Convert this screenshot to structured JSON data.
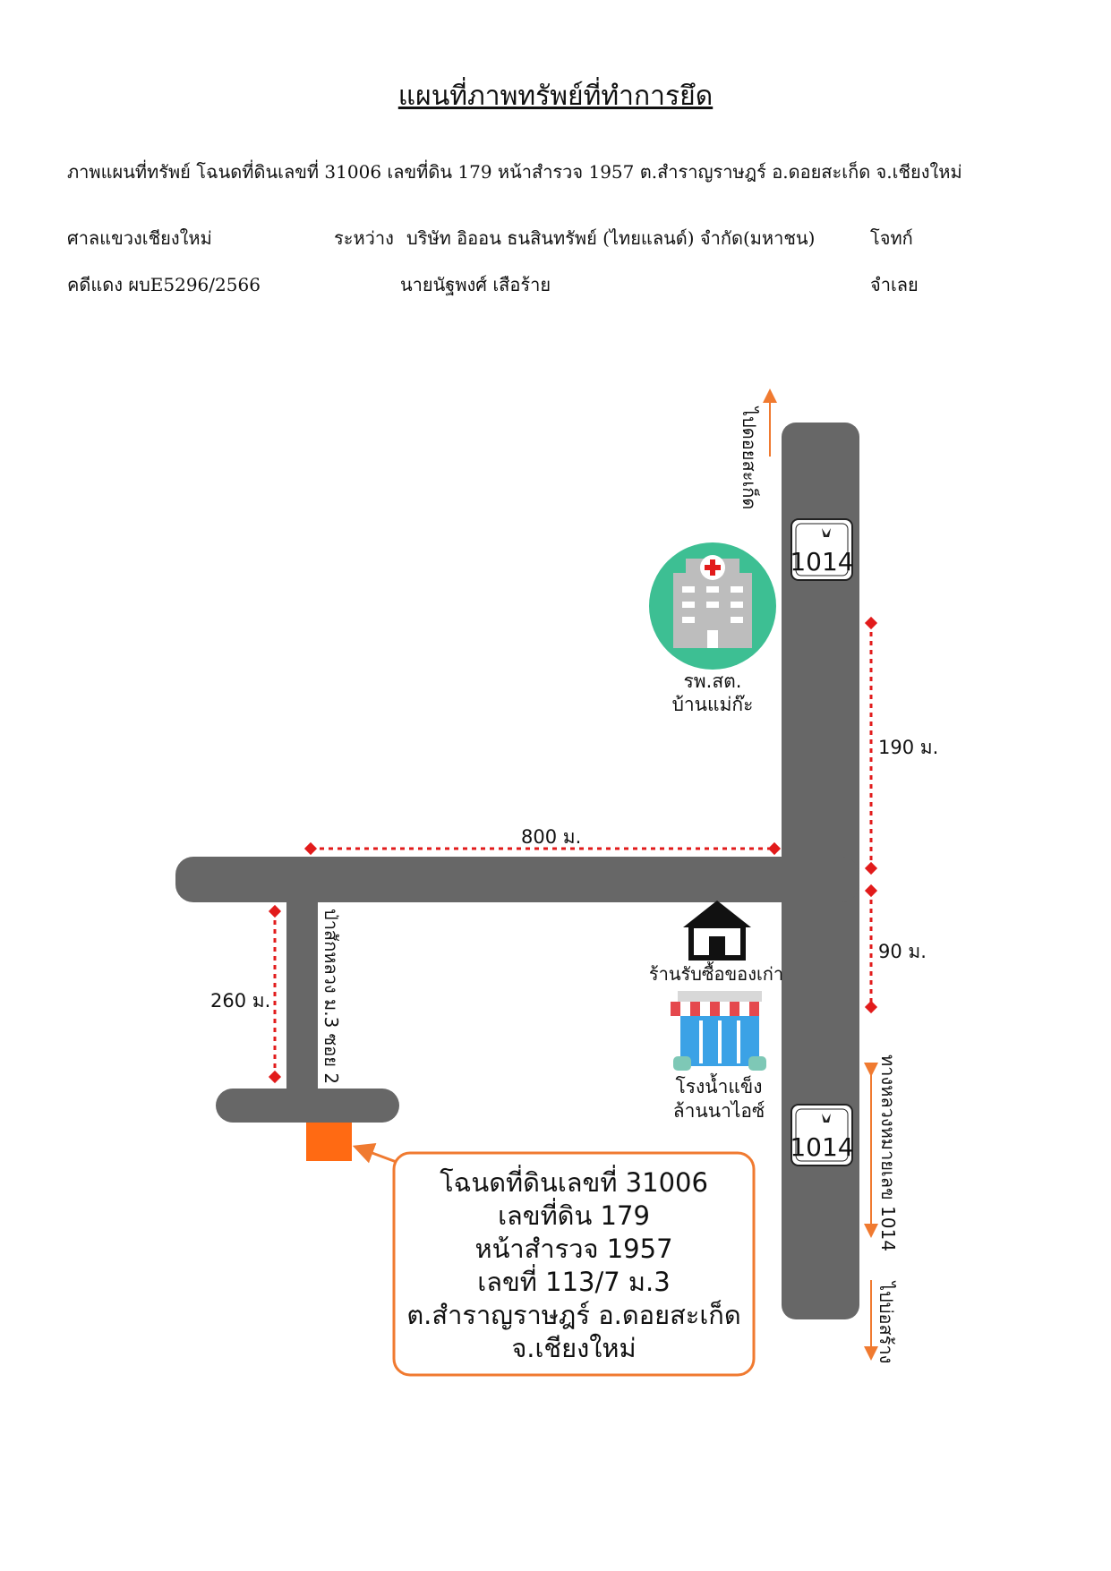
{
  "title": "แผนที่ภาพทรัพย์ที่ทำการยึด",
  "header": {
    "description": "ภาพแผนที่ทรัพย์    โฉนดที่ดินเลขที่ 31006 เลขที่ดิน 179 หน้าสำรวจ 1957 ต.สำราญราษฎร์ อ.ดอยสะเก็ด จ.เชียงใหม่",
    "court": "ศาลแขวงเชียงใหม่",
    "between_label": "ระหว่าง",
    "plaintiff": "บริษัท อิออน ธนสินทรัพย์ (ไทยแลนด์) จำกัด(มหาชน)",
    "plaintiff_role": "โจทก์",
    "case_no": "คดีแดง ผบE5296/2566",
    "defendant": "นายนัฐพงศ์ เสือร้าย",
    "defendant_role": "จำเลย"
  },
  "map": {
    "route_shield": "1014",
    "to_north": "ไปดอยสะเก็ด",
    "to_south": "ไปบ่อสร้าง",
    "highway_label": "ทางหลวงหมายเลข 1014",
    "side_road": "ป่าสักหลวง ม.3 ซอย 2",
    "hospital_line1": "รพ.สต.",
    "hospital_line2": "บ้านแม่ก๊ะ",
    "shop": "ร้านรับซื้อของเก่า",
    "ice_line1": "โรงน้ำแข็ง",
    "ice_line2": "ล้านนาไอซ์",
    "dist_north": "190 ม.",
    "dist_shop": "90 ม.",
    "dist_horizontal": "800 ม.",
    "dist_side": "260 ม.",
    "colors": {
      "road": "#676767",
      "accent": "#f07a30",
      "marker": "#ff6a13",
      "hospital": "#3dbf93",
      "dotted": "#e21b1b"
    }
  },
  "callout": {
    "line1": "โฉนดที่ดินเลขที่ 31006",
    "line2": "เลขที่ดิน 179",
    "line3": "หน้าสำรวจ 1957",
    "line4": "เลขที่ 113/7 ม.3",
    "line5": "ต.สำราญราษฎร์ อ.ดอยสะเก็ด",
    "line6": "จ.เชียงใหม่"
  }
}
